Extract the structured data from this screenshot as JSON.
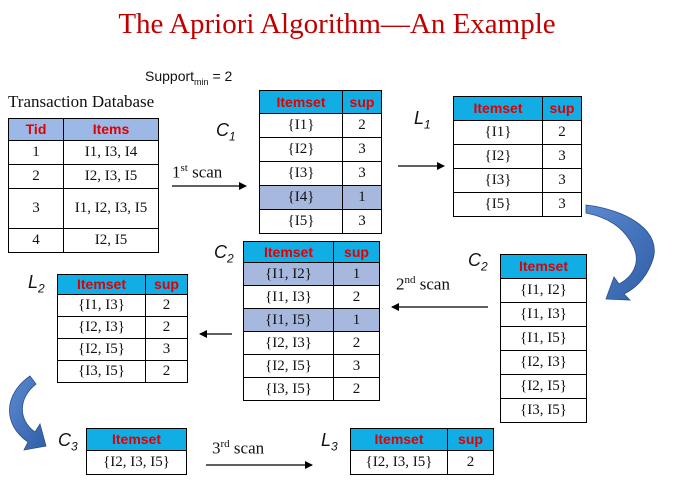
{
  "title": "The Apriori Algorithm—An Example",
  "support": {
    "label": "Support",
    "subscript": "min",
    "value": "= 2"
  },
  "transaction_db": {
    "title": "Transaction Database",
    "headers": [
      "Tid",
      "Items"
    ],
    "rows": [
      {
        "tid": "1",
        "items": "I1, I3, I4"
      },
      {
        "tid": "2",
        "items": "I2, I3, I5"
      },
      {
        "tid": "3",
        "items": "I1, I2, I3, I5"
      },
      {
        "tid": "4",
        "items": "I2, I5"
      }
    ]
  },
  "scans": {
    "first": {
      "ord": "1",
      "sup": "st",
      "text": " scan"
    },
    "second": {
      "ord": "2",
      "sup": "nd",
      "text": " scan"
    },
    "third": {
      "ord": "3",
      "sup": "rd",
      "text": " scan"
    }
  },
  "labels": {
    "c": "C",
    "l": "L",
    "n1": "1",
    "n2": "2",
    "n3": "3"
  },
  "headers": {
    "itemset": "Itemset",
    "sup": "sup"
  },
  "c1": {
    "rows": [
      {
        "itemset": "{I1}",
        "sup": "2",
        "highlight": false
      },
      {
        "itemset": "{I2}",
        "sup": "3",
        "highlight": false
      },
      {
        "itemset": "{I3}",
        "sup": "3",
        "highlight": false
      },
      {
        "itemset": "{I4}",
        "sup": "1",
        "highlight": true
      },
      {
        "itemset": "{I5}",
        "sup": "3",
        "highlight": false
      }
    ]
  },
  "l1": {
    "rows": [
      {
        "itemset": "{I1}",
        "sup": "2"
      },
      {
        "itemset": "{I2}",
        "sup": "3"
      },
      {
        "itemset": "{I3}",
        "sup": "3"
      },
      {
        "itemset": "{I5}",
        "sup": "3"
      }
    ]
  },
  "c2_candidates": {
    "rows": [
      "{I1, I2}",
      "{I1, I3}",
      "{I1, I5}",
      "{I2, I3}",
      "{I2, I5}",
      "{I3, I5}"
    ]
  },
  "c2": {
    "rows": [
      {
        "itemset": "{I1, I2}",
        "sup": "1",
        "highlight": true
      },
      {
        "itemset": "{I1, I3}",
        "sup": "2",
        "highlight": false
      },
      {
        "itemset": "{I1, I5}",
        "sup": "1",
        "highlight": true
      },
      {
        "itemset": "{I2, I3}",
        "sup": "2",
        "highlight": false
      },
      {
        "itemset": "{I2, I5}",
        "sup": "3",
        "highlight": false
      },
      {
        "itemset": "{I3, I5}",
        "sup": "2",
        "highlight": false
      }
    ]
  },
  "l2": {
    "rows": [
      {
        "itemset": "{I1, I3}",
        "sup": "2"
      },
      {
        "itemset": "{I2, I3}",
        "sup": "2"
      },
      {
        "itemset": "{I2, I5}",
        "sup": "3"
      },
      {
        "itemset": "{I3, I5}",
        "sup": "2"
      }
    ]
  },
  "c3": {
    "rows": [
      "{I2, I3, I5}"
    ]
  },
  "l3": {
    "rows": [
      {
        "itemset": "{I2, I3, I5}",
        "sup": "2"
      }
    ]
  },
  "colors": {
    "title": "#c00000",
    "header_bg": "#1ea7e3",
    "header_text": "#e00000",
    "tid_header_bg": "#9cb8e6",
    "highlight": "#a6b8de",
    "curve_arrow": "#3f6fb5"
  }
}
